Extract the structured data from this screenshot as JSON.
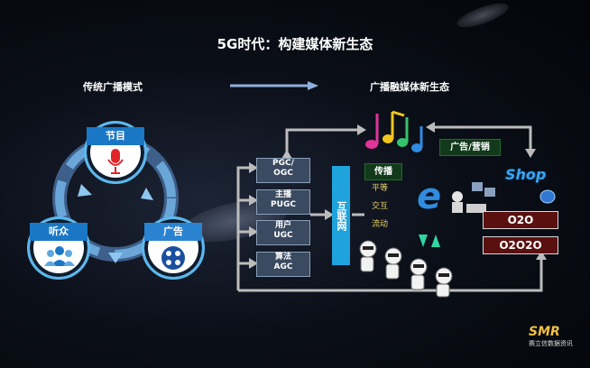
{
  "title": "5G时代：构建媒体新生态",
  "left_heading": "传统广播模式",
  "right_heading": "广播融媒体新生态",
  "traditional": {
    "program": "节目",
    "audience": "听众",
    "ads": "广告"
  },
  "sources": [
    {
      "line1": "PGC/",
      "line2": "OGC"
    },
    {
      "line1": "主播",
      "line2": "PUGC"
    },
    {
      "line1": "用户",
      "line2": "UGC"
    },
    {
      "line1": "算法",
      "line2": "AGC"
    }
  ],
  "internet": "互联网",
  "spread": "传播",
  "spread_traits": [
    "平等",
    "交互",
    "流动"
  ],
  "ad_marketing": "广告/营销",
  "shop": "Shop",
  "o2o": "O2O",
  "o2o2o": "O2O2O",
  "logo": {
    "main": "SMR",
    "sub": "赛立信数据资讯"
  },
  "colors": {
    "accent": "#5bb8ee",
    "program_blue": "#1a77c6",
    "ad_blue": "#2a83d1"
  }
}
